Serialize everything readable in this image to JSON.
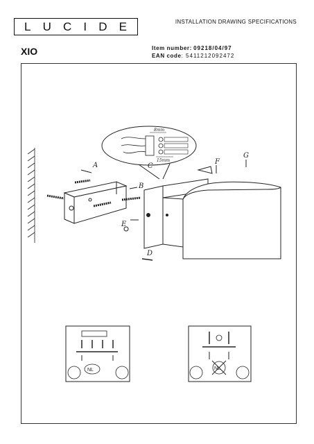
{
  "header": {
    "logo_letters": [
      "L",
      "U",
      "C",
      "I",
      "D",
      "E"
    ],
    "doc_heading": "INSTALLATION DRAWING SPECIFICATIONS"
  },
  "product": {
    "name": "XIO",
    "item_number_label": "Item number:",
    "item_number": "09218/04/97",
    "ean_label": "EAN code",
    "ean": ": 5411212092472"
  },
  "drawing": {
    "labels": {
      "a": "A",
      "b": "B",
      "c": "C",
      "d": "D",
      "e": "E",
      "f": "F",
      "g": "G"
    },
    "dimension_8mm": "8mm",
    "dimension_15mm": "15mm",
    "inset_badge": "NL"
  }
}
